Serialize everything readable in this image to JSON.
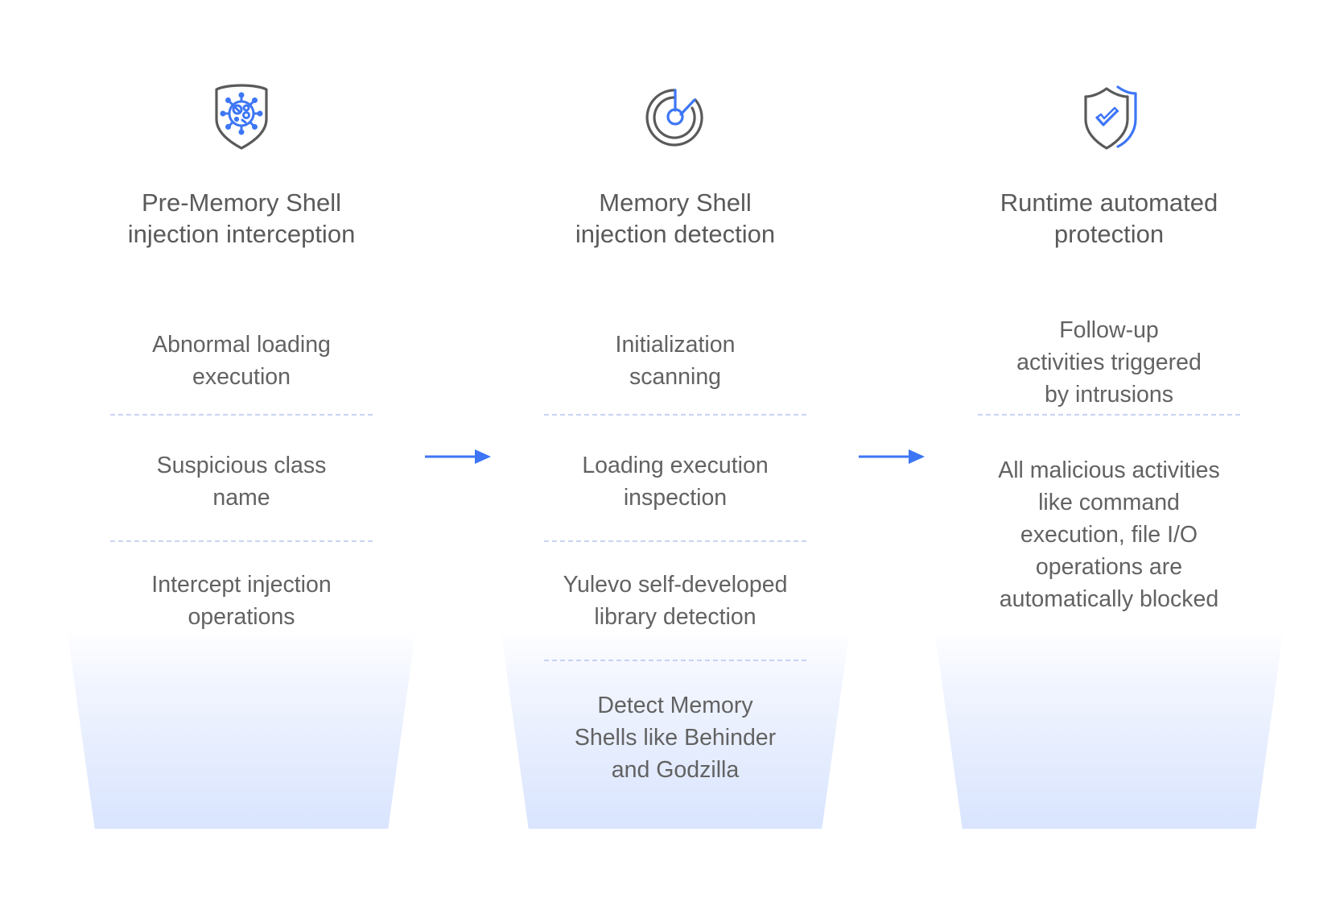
{
  "colors": {
    "accent": "#3d76f5",
    "icon_gray": "#5a5a5a",
    "text": "#5f5f5f",
    "divider": "#c8d2f3",
    "funnel_bottom": "#d9e4fe"
  },
  "stages": [
    {
      "icon": "shield-virus-icon",
      "title": "Pre-Memory Shell\ninjection interception",
      "items": [
        "Abnormal loading\nexecution",
        "Suspicious class\nname",
        "Intercept injection\noperations"
      ]
    },
    {
      "icon": "radar-scan-icon",
      "title": "Memory Shell\ninjection detection",
      "items": [
        "Initialization\nscanning",
        "Loading execution\ninspection",
        "Yulevo self-developed\nlibrary detection",
        "Detect Memory\nShells like Behinder\nand  Godzilla"
      ]
    },
    {
      "icon": "shield-check-icon",
      "title": "Runtime automated\nprotection",
      "items": [
        "Follow-up\nactivities triggered\nby intrusions",
        "All malicious activities\nlike command\nexecution, file I/O\noperations are\nautomatically blocked"
      ]
    }
  ],
  "connectors": [
    "arrow-right-icon",
    "arrow-right-icon"
  ]
}
